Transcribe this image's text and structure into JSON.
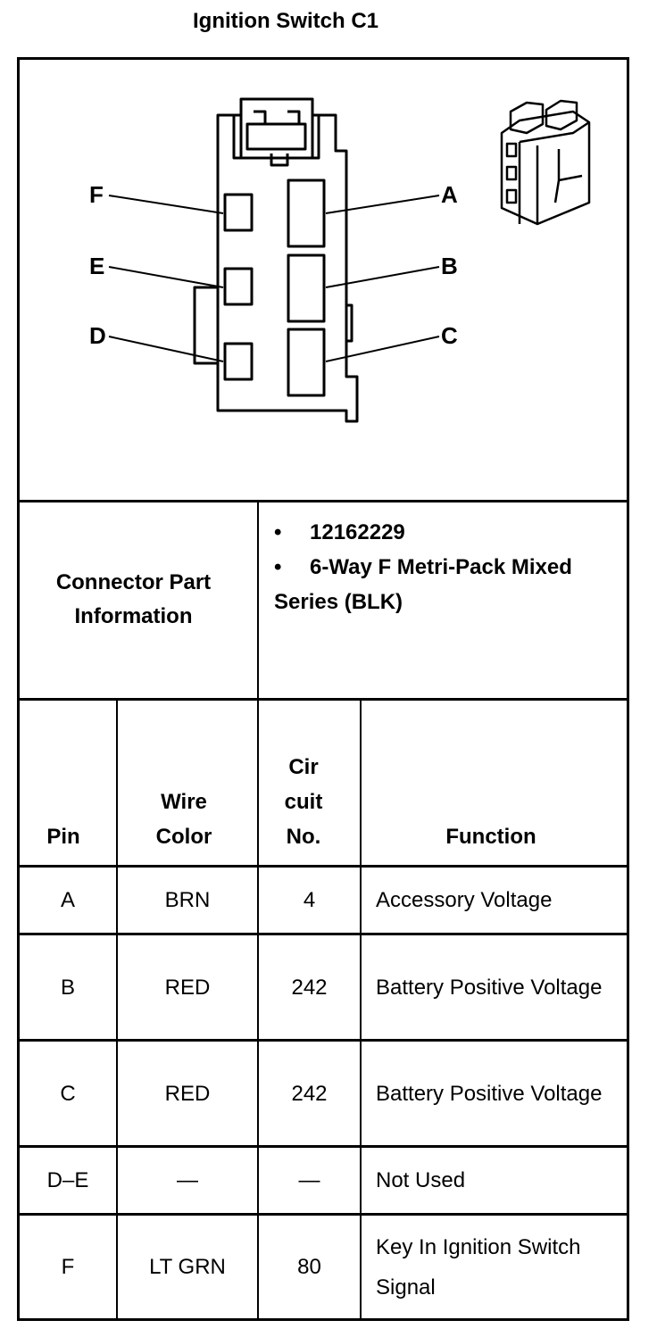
{
  "title": "Ignition Switch C1",
  "diagram": {
    "pins_left": [
      "F",
      "E",
      "D"
    ],
    "pins_right": [
      "A",
      "B",
      "C"
    ]
  },
  "part_info": {
    "label": "Connector Part Information",
    "lines": [
      "12162229",
      "6-Way F Metri-Pack Mixed Series (BLK)"
    ]
  },
  "table": {
    "headers": {
      "pin": "Pin",
      "wire_color": "Wire Color",
      "circuit": "Cir cuit No.",
      "function": "Function"
    },
    "rows": [
      {
        "pin": "A",
        "wire": "BRN",
        "circuit": "4",
        "function": "Accessory Voltage"
      },
      {
        "pin": "B",
        "wire": "RED",
        "circuit": "242",
        "function": "Battery Positive Voltage"
      },
      {
        "pin": "C",
        "wire": "RED",
        "circuit": "242",
        "function": "Battery Positive Voltage"
      },
      {
        "pin": "D–E",
        "wire": "—",
        "circuit": "—",
        "function": "Not Used"
      },
      {
        "pin": "F",
        "wire": "LT GRN",
        "circuit": "80",
        "function": "Key In Ignition Switch Signal"
      }
    ]
  }
}
